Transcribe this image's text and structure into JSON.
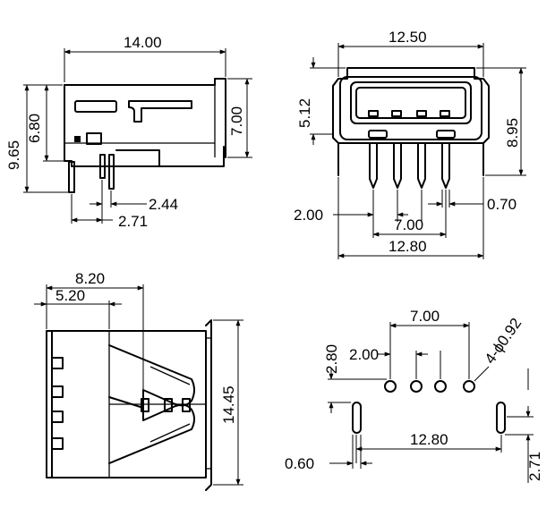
{
  "views": {
    "side": {
      "dims": {
        "overall_length": "14.00",
        "total_height": "9.65",
        "housing_height": "6.80",
        "front_height": "7.00",
        "pin_offset": "2.44",
        "pin_pitch": "2.71"
      }
    },
    "front": {
      "dims": {
        "shell_width": "12.50",
        "shell_height": "5.12",
        "overall_height": "8.95",
        "pin_spacing": "2.00",
        "pin_span": "7.00",
        "pin_width": "0.70",
        "tab_span": "12.80"
      }
    },
    "top": {
      "dims": {
        "depth_a": "8.20",
        "depth_b": "5.20",
        "body_width": "14.45"
      }
    },
    "footprint": {
      "dims": {
        "pin_span": "7.00",
        "pin_spacing": "2.00",
        "hole_callout": "4-ϕ0.92",
        "slot_offset": "2.80",
        "tab_span": "12.80",
        "slot_width": "0.60",
        "slot_pitch": "2.71"
      }
    }
  }
}
